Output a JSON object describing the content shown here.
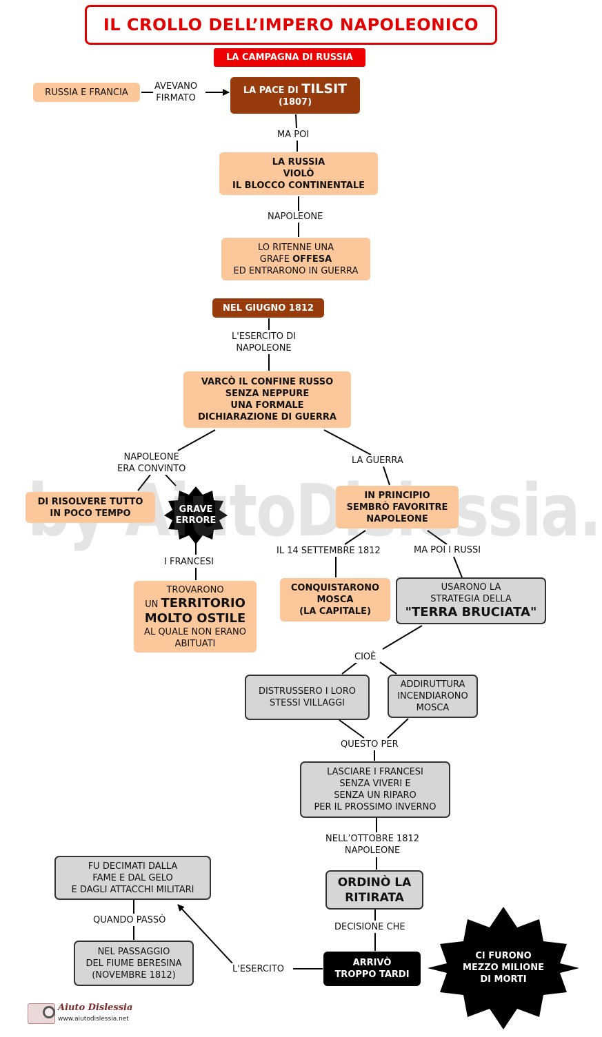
{
  "title": "IL CROLLO DELL’IMPERO NAPOLEONICO",
  "subtitle": "LA CAMPAGNA DI RUSSIA",
  "watermark": "by AiutoDislessia.net",
  "logo": {
    "brand": "Aiuto Dislessia",
    "url": "www.aiutodislessia.net"
  },
  "nodes": {
    "russia_francia": "RUSSIA E FRANCIA",
    "pace_tilsit": {
      "prefix": "LA PACE DI ",
      "name": "TILSIT",
      "year": "(1807)"
    },
    "russia_violo": [
      "LA RUSSIA",
      "VIOLÒ",
      "IL BLOCCO CONTINENTALE"
    ],
    "offesa": {
      "line1": "LO RITENNE UNA",
      "line2_pre": "GRAFE ",
      "line2_bold": "OFFESA",
      "line3": "ED ENTRARONO IN GUERRA"
    },
    "giugno_1812": "NEL GIUGNO 1812",
    "varco": [
      "VARCÒ IL CONFINE RUSSO",
      "SENZA NEPPURE",
      "UNA FORMALE",
      "DICHIARAZIONE DI GUERRA"
    ],
    "risolvere": [
      "DI RISOLVERE TUTTO",
      "IN POCO TEMPO"
    ],
    "grave_errore": [
      "GRAVE",
      "ERRORE"
    ],
    "in_principio": [
      "IN PRINCIPIO",
      "SEMBRÒ FAVORITRE",
      "NAPOLEONE"
    ],
    "territorio": {
      "line1": "TROVARONO",
      "line2_pre": "UN ",
      "line2_bold": "TERRITORIO",
      "line3": "MOLTO OSTILE",
      "line4": "AL QUALE NON ERANO",
      "line5": "ABITUATI"
    },
    "conquistarono": [
      "CONQUISTARONO",
      "MOSCA",
      "(LA CAPITALE)"
    ],
    "terra_bruciata": [
      "USARONO LA",
      "STRATEGIA DELLA",
      "\"TERRA BRUCIATA\""
    ],
    "distrussero": [
      "DISTRUSSERO I LORO",
      "STESSI VILLAGGI"
    ],
    "incendiarono": [
      "ADDIRUTTURA",
      "INCENDIARONO",
      "MOSCA"
    ],
    "lasciare": [
      "LASCIARE I FRANCESI",
      "SENZA VIVERI E",
      "SENZA UN RIPARO",
      "PER IL PROSSIMO INVERNO"
    ],
    "ritirata": [
      "ORDINÒ LA",
      "RITIRATA"
    ],
    "arrivo": [
      "ARRIVÒ",
      "TROPPO TARDI"
    ],
    "decimati": [
      "FU DECIMATI DALLA",
      "FAME E DAL GELO",
      "E DAGLI ATTACCHI MILITARI"
    ],
    "beresina": [
      "NEL PASSAGGIO",
      "DEL FIUME BERESINA",
      "(NOVEMBRE 1812)"
    ],
    "morti": [
      "CI FURONO",
      "MEZZO MILIONE",
      "DI MORTI"
    ]
  },
  "links": {
    "avevano": [
      "AVEVANO",
      "FIRMATO"
    ],
    "ma_poi": "MA POI",
    "napoleone": "NAPOLEONE",
    "esercito": [
      "L'ESERCITO DI",
      "NAPOLEONE"
    ],
    "convinto": [
      "NAPOLEONE",
      "ERA CONVINTO"
    ],
    "la_guerra": "LA GUERRA",
    "francesi": "I FRANCESI",
    "settembre": "IL 14 SETTEMBRE 1812",
    "russi": "MA POI I RUSSI",
    "cioe": "CIOÈ",
    "questo_per": "QUESTO PER",
    "ottobre": [
      "NELL’OTTOBRE 1812",
      "NAPOLEONE"
    ],
    "decisione": "DECISIONE CHE",
    "esercito2": "L'ESERCITO",
    "quando_passo": "QUANDO PASSÒ"
  }
}
